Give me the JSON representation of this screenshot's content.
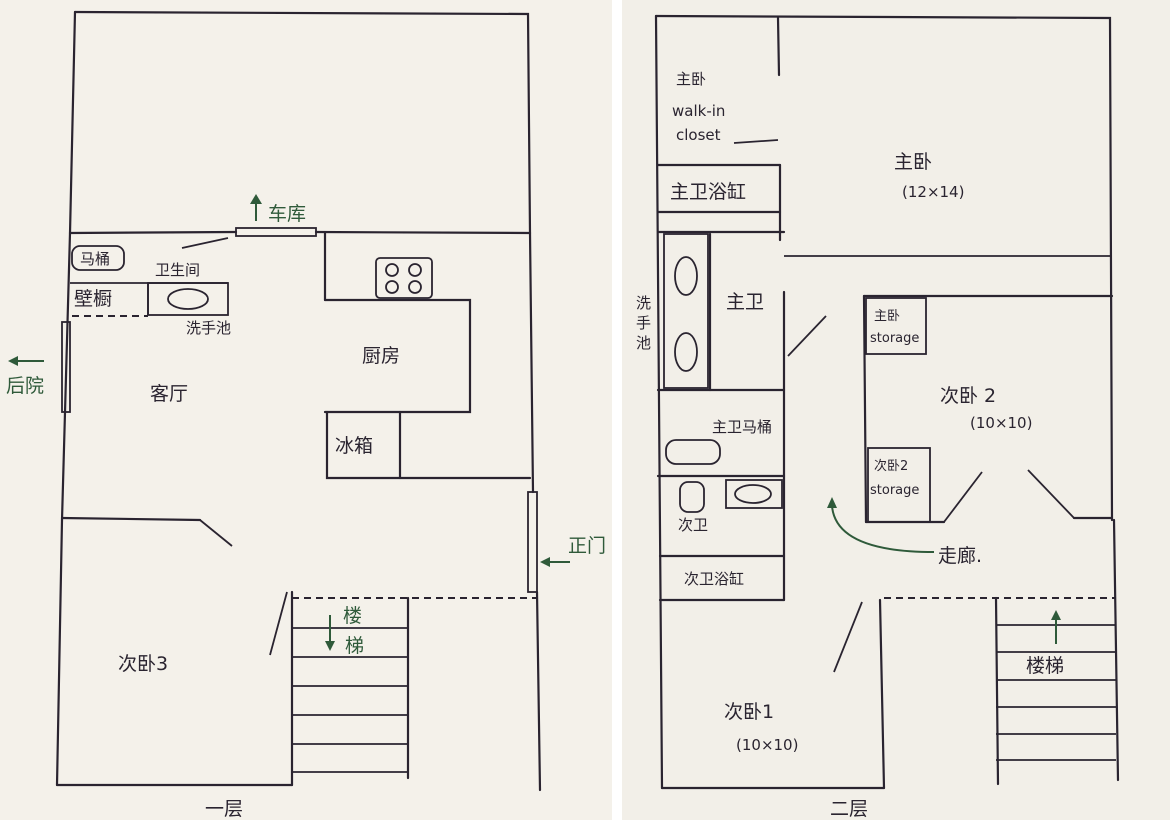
{
  "left_floor": {
    "garage": "车库",
    "toilet": "马桶",
    "bathroom": "卫生间",
    "closet": "壁橱",
    "sink": "洗手池",
    "kitchen": "厨房",
    "living_room": "客厅",
    "fridge": "冰箱",
    "backyard": "后院",
    "front_door": "正门",
    "stairs_top": "楼",
    "stairs_bottom": "梯",
    "bedroom3": "次卧3",
    "floor_label": "一层"
  },
  "right_floor": {
    "master_walkin_line1": "主卧",
    "master_walkin_line2": "walk-in",
    "master_walkin_line3": "closet",
    "master_tub": "主卫浴缸",
    "master_bedroom": "主卧",
    "master_bedroom_size": "(12×14)",
    "sink_1": "洗",
    "sink_2": "手",
    "sink_3": "池",
    "master_bath": "主卫",
    "master_storage_line1": "主卧",
    "master_storage_line2": "storage",
    "bedroom2": "次卧 2",
    "bedroom2_size": "(10×10)",
    "master_toilet": "主卫马桶",
    "bedroom2_storage_line1": "次卧2",
    "bedroom2_storage_line2": "storage",
    "second_bath": "次卫",
    "hallway": "走廊.",
    "second_tub": "次卫浴缸",
    "stairs": "楼梯",
    "bedroom1": "次卧1",
    "bedroom1_size": "(10×10)",
    "floor_label": "二层"
  },
  "colors": {
    "ink": "#2a2430",
    "green_ink": "#2f5a3a",
    "paper": "#f4f1ea"
  }
}
